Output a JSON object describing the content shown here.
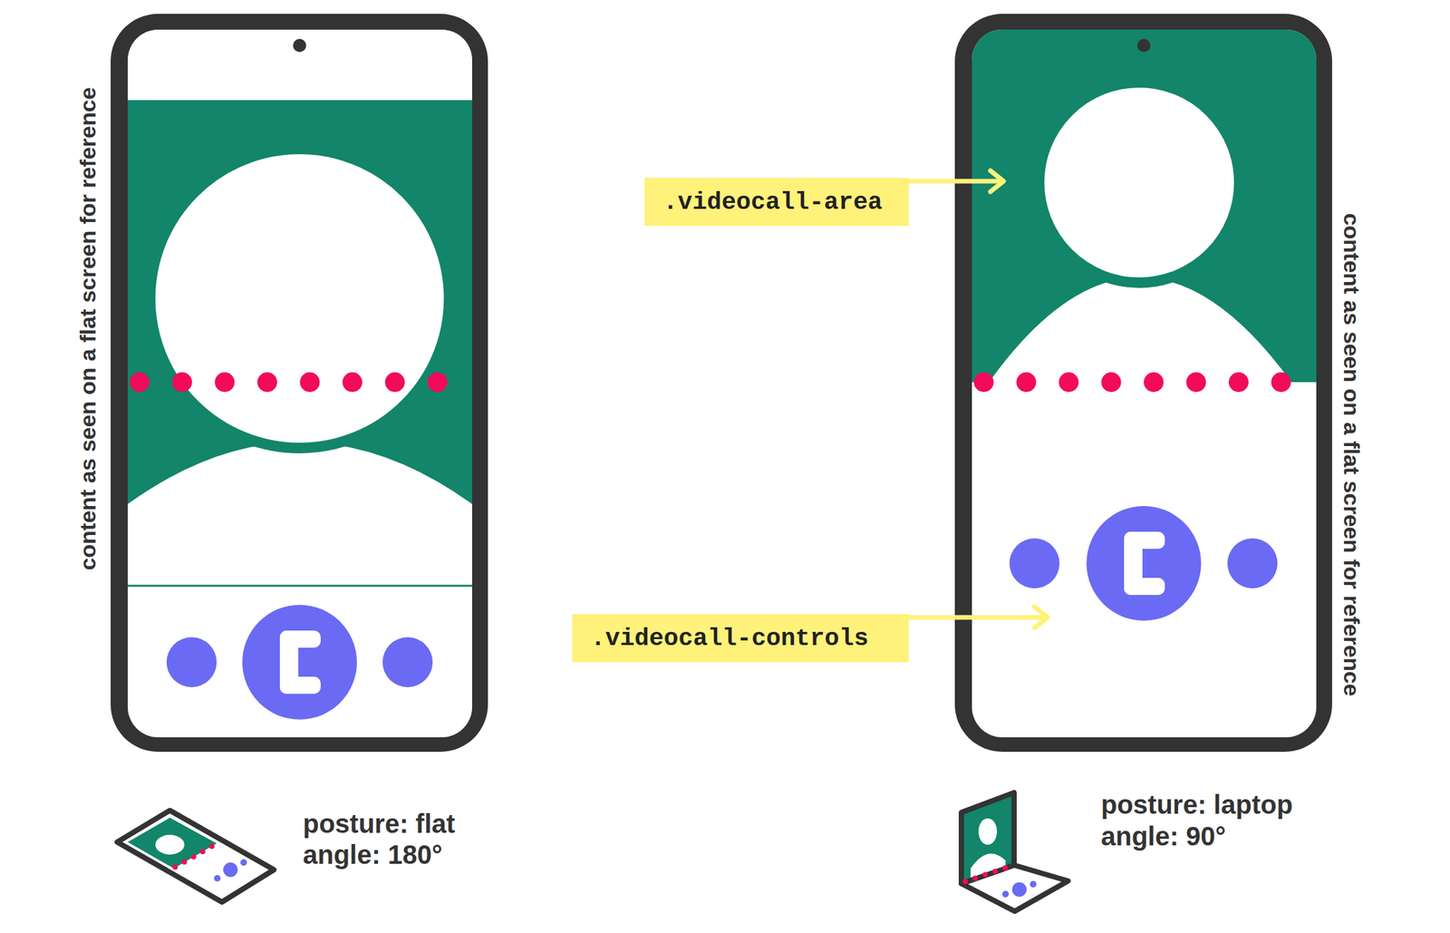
{
  "diagram": {
    "nodes": [
      {
        "text": [
          ".videocall-area"
        ]
      },
      {
        "text": [
          ".videocall-controls"
        ]
      }
    ],
    "labels": [
      "content as seen on a flat screen for reference",
      "content as seen on a flat screen for reference",
      "posture: flat",
      "angle: 180°",
      "posture: laptop",
      "angle: 90°"
    ]
  }
}
